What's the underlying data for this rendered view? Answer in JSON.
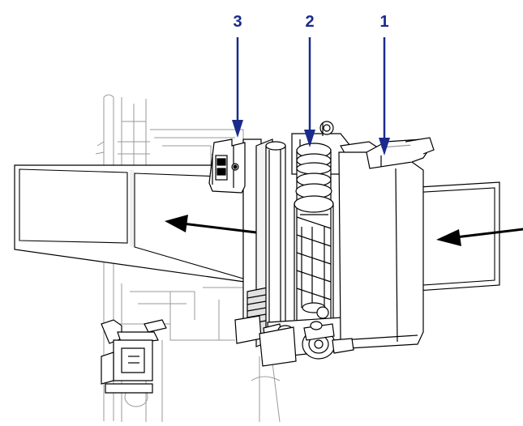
{
  "colors": {
    "callout": "#1a2a8c",
    "line": "#000000",
    "faint": "#9a9a9a",
    "fill_light": "#f4f4f4",
    "fill_mid": "#e2e2e2",
    "background": "#ffffff"
  },
  "callouts": [
    {
      "id": "3",
      "label": "3"
    },
    {
      "id": "2",
      "label": "2"
    },
    {
      "id": "1",
      "label": "1"
    }
  ],
  "figure": {
    "subject": "printhead-and-media-path",
    "icons": [
      "media-feed-direction-arrow-left",
      "media-feed-direction-arrow-right",
      "callout-pointer-arrow"
    ]
  }
}
